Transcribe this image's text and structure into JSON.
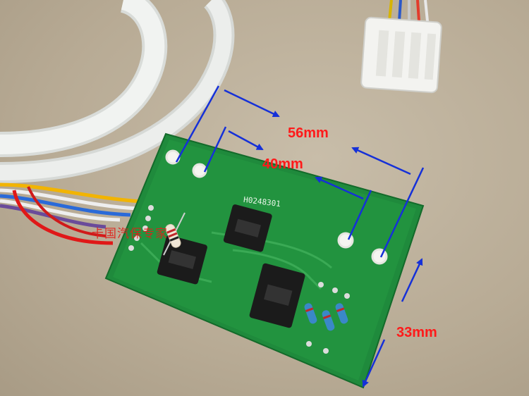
{
  "photo": {
    "board_marking": "H0248301",
    "watermark": "卡国汽保专家",
    "colors": {
      "background": "#b9ad98",
      "pcb": "#1f8a3c",
      "cable": "#eef0ee",
      "annotation_text": "#ff1a1a",
      "annotation_arrow": "#1530d8"
    }
  },
  "dimensions": {
    "hole_spacing_outer": "56mm",
    "hole_spacing_inner": "40mm",
    "board_height": "33mm"
  }
}
